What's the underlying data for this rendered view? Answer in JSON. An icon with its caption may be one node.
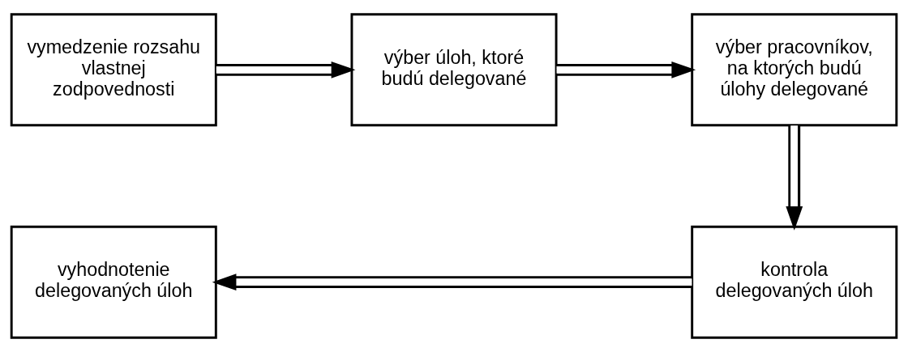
{
  "diagram": {
    "nodes": [
      {
        "text": [
          "vymedzenie rozsahu vlastnej zodpovednosti"
        ]
      },
      {
        "text": [
          "výber úloh, ktoré budú delegované"
        ]
      },
      {
        "text": [
          "výber pracovníkov, na ktorých budú úlohy delegované"
        ]
      },
      {
        "text": [
          "kontrola delegovaných úloh"
        ]
      },
      {
        "text": [
          "vyhodnotenie delegovaných úloh"
        ]
      }
    ],
    "edges": [
      {
        "from": 0,
        "to": 1,
        "arrow": "to"
      },
      {
        "from": 1,
        "to": 2,
        "arrow": "to"
      },
      {
        "from": 2,
        "to": 3,
        "arrow": "to"
      },
      {
        "from": 3,
        "to": 4,
        "arrow": "to"
      }
    ]
  }
}
